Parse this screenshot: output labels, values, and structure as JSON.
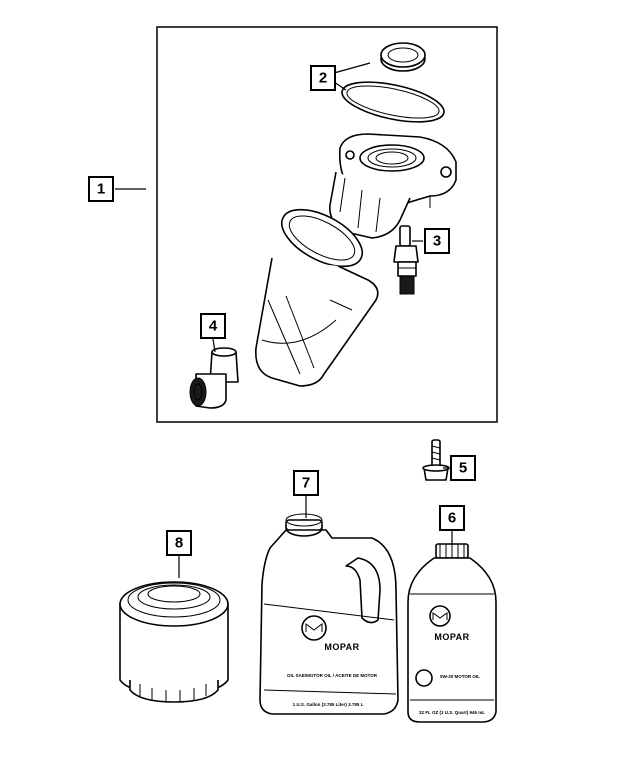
{
  "callouts": [
    "1",
    "2",
    "3",
    "4",
    "5",
    "6",
    "7",
    "8"
  ],
  "jug": {
    "brand": "MOPAR",
    "product_line": "OIL SAE/MOTOR OIL / ACEITE DE MOTOR",
    "volume": "1 U.S. Gallon  (3.785 Liter)  3.785 L"
  },
  "bottle": {
    "brand": "MOPAR",
    "product_line": "5W-20 MOTOR OIL",
    "volume": "32 FL OZ  (1 U.S. Quart)  946 mL"
  },
  "icons": [
    "oil-filter-housing-icon",
    "seal-ring-icon",
    "o-ring-icon",
    "oil-pressure-switch-icon",
    "adapter-icon",
    "bolt-icon",
    "oil-bottle-icon",
    "oil-jug-icon",
    "oil-filter-icon"
  ]
}
